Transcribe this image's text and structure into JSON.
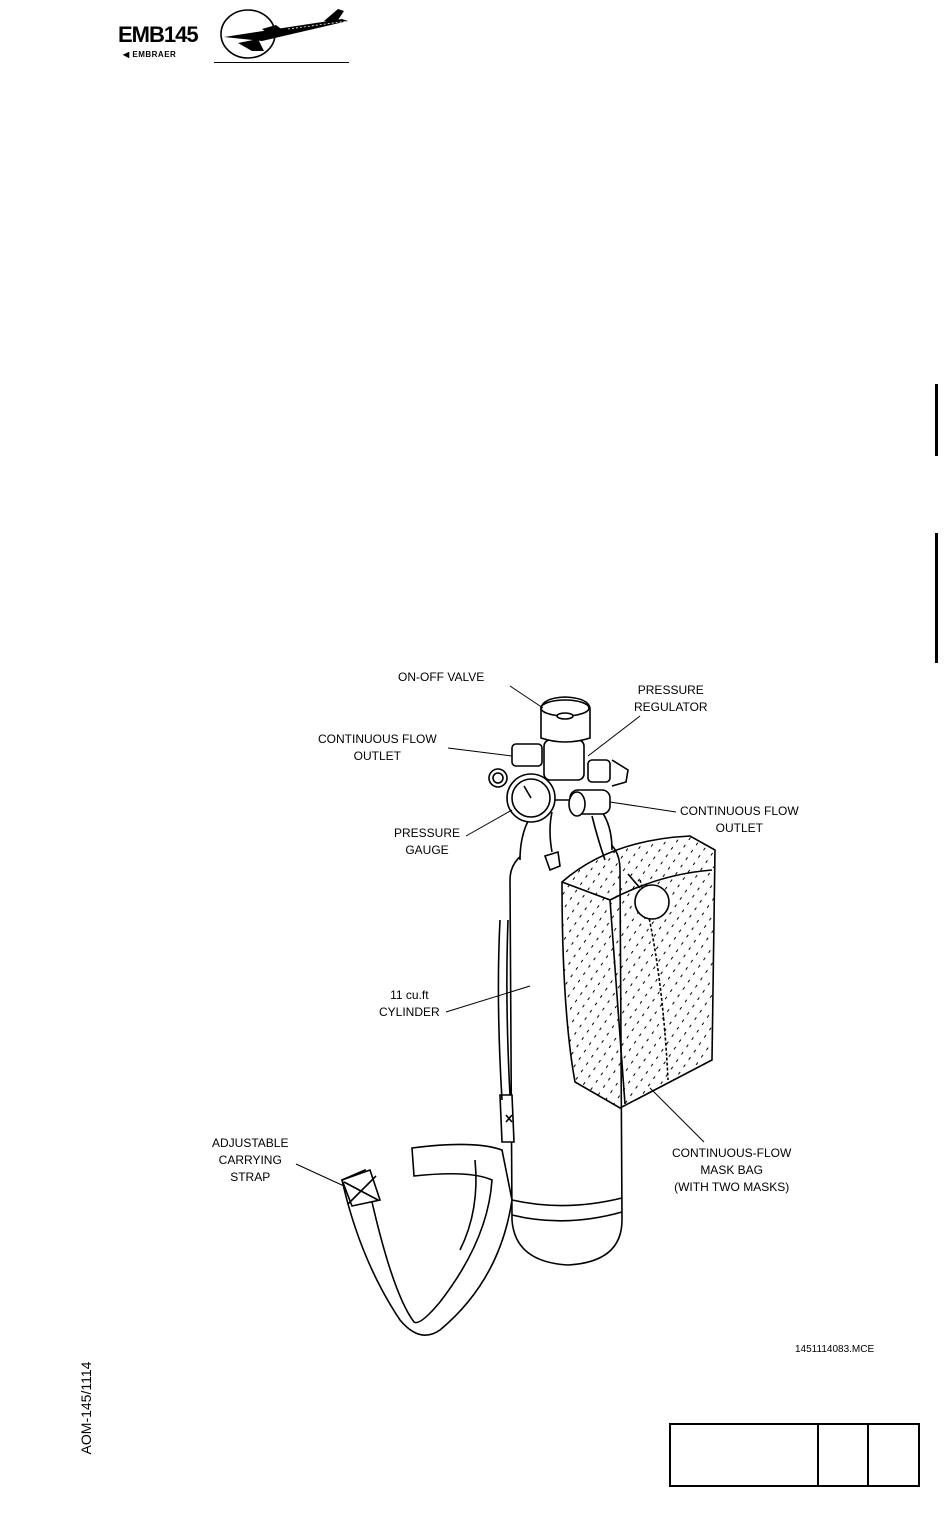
{
  "header": {
    "logo_model": "EMB145",
    "logo_brand": "EMBRAER",
    "logo_icon": "aircraft-emblem-icon"
  },
  "labels": {
    "on_off_valve": "ON-OFF  VALVE",
    "pressure_regulator_1": "PRESSURE",
    "pressure_regulator_2": "REGULATOR",
    "cont_flow_outlet_left_1": "CONTINUOUS  FLOW",
    "cont_flow_outlet_left_2": "OUTLET",
    "cont_flow_outlet_right_1": "CONTINUOUS  FLOW",
    "cont_flow_outlet_right_2": "OUTLET",
    "pressure_gauge_1": "PRESSURE",
    "pressure_gauge_2": "GAUGE",
    "cylinder_1": "11 cu.ft",
    "cylinder_2": "CYLINDER",
    "strap_1": "ADJUSTABLE",
    "strap_2": "CARRYING",
    "strap_3": "STRAP",
    "mask_bag_1": "CONTINUOUS-FLOW",
    "mask_bag_2": "MASK  BAG",
    "mask_bag_3": "(WITH  TWO  MASKS)"
  },
  "figure_id": "1451114083.MCE",
  "side_id": "AOM-145/1114"
}
